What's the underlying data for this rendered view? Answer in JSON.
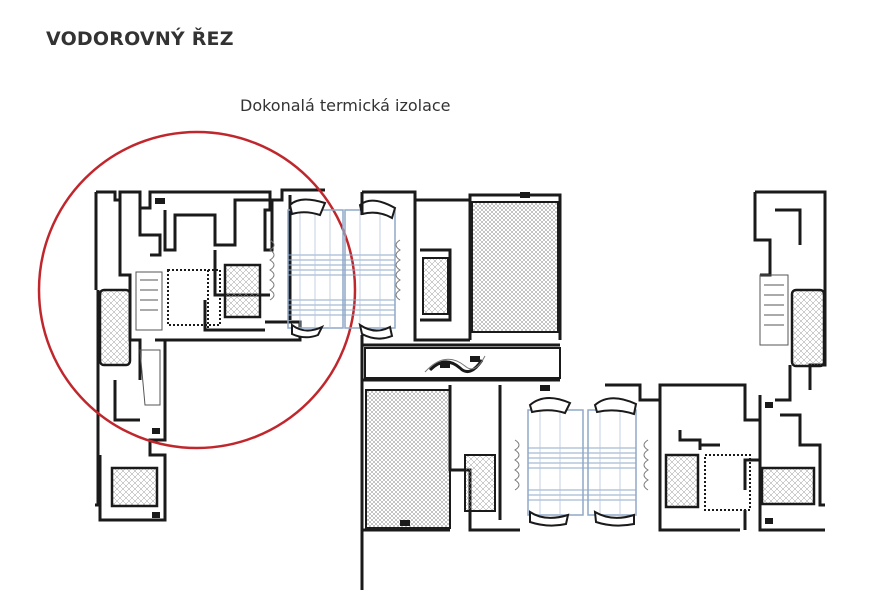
{
  "header": {
    "title": "VODOROVNÝ ŘEZ"
  },
  "callout": {
    "label": "Dokonalá termická izolace"
  },
  "colors": {
    "profile": "#1a1a1a",
    "glazing": "#8fa8c8",
    "highlight_circle": "#c0272d",
    "text": "#333333"
  },
  "icons": [
    "magnifier-circle",
    "thermal-break",
    "insulation-hatch",
    "glazing-panel"
  ]
}
